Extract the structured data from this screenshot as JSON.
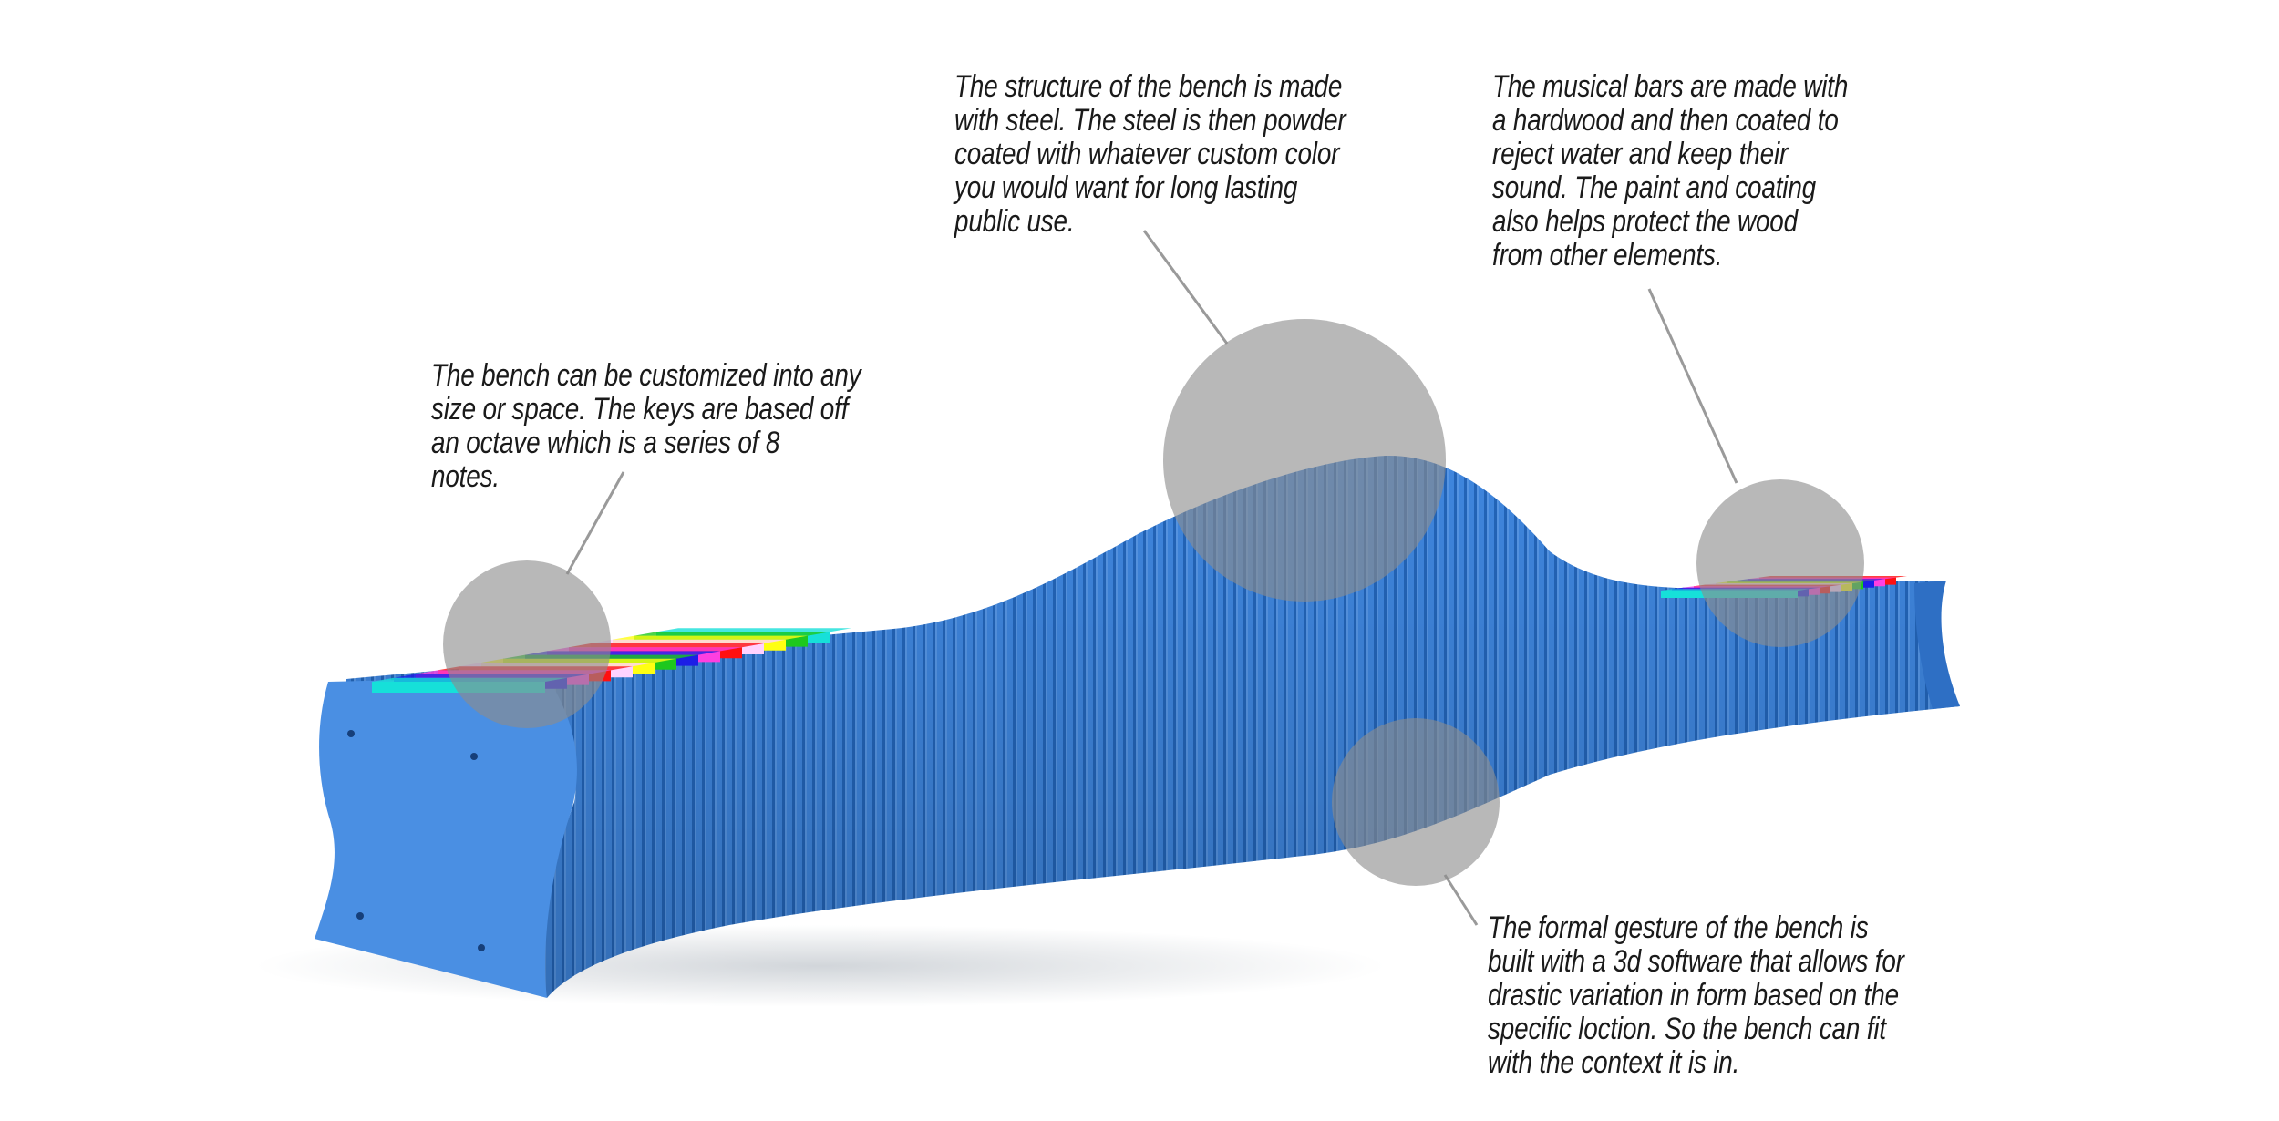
{
  "annotations": {
    "octave": {
      "lines": [
        "The bench can be customized into any",
        "size or space. The keys are based off",
        "an octave which is a series of  8",
        "notes."
      ]
    },
    "structure": {
      "lines": [
        "The structure of the bench is made",
        "with steel. The steel is then powder",
        "coated with whatever custom color",
        "you would want for long lasting",
        "public use."
      ]
    },
    "musical_bars": {
      "lines": [
        "The musical bars are made with",
        "a hardwood and then coated to",
        "reject water and keep their",
        "sound. The paint and coating",
        "also helps protect the wood",
        "from other elements."
      ]
    },
    "formal_gesture": {
      "lines": [
        "The formal gesture of the bench is",
        "built with a 3d software that allows for",
        "drastic variation in form based on the",
        "specific loction. So the bench can fit",
        "with the context it is in."
      ]
    }
  },
  "colors": {
    "bench_blue": "#3f86de",
    "bench_shadow": "#1e5aa8",
    "highlight_circle": "#8c8c8c",
    "leader_line": "#9a9a9a",
    "key_colors": [
      "#16e0d9",
      "#1d1ee6",
      "#ff3fe0",
      "#ff1010",
      "#ffd2ff",
      "#ffff12",
      "#1ec81e",
      "#1d1ee6",
      "#ff3fe0",
      "#ff1010",
      "#ffd2ff",
      "#ffff12",
      "#1ec81e",
      "#16e0d9"
    ]
  }
}
